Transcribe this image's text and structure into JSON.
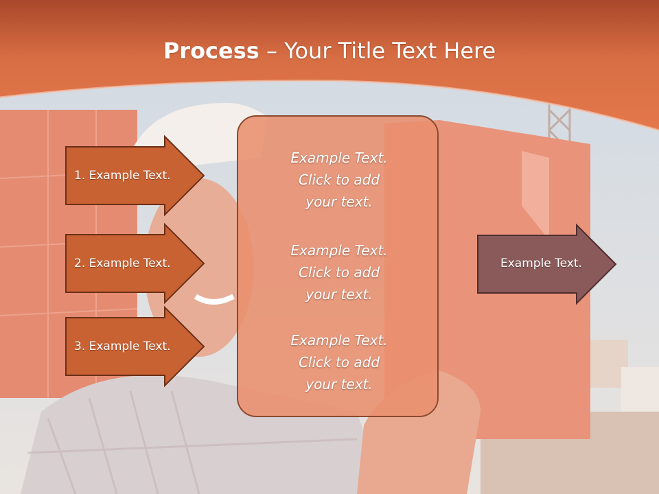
{
  "slide": {
    "title_bold": "Process",
    "title_rest": " – Your Title Text Here",
    "colors": {
      "band": "#d86e44",
      "arrow": "#c86233",
      "arrow_border": "#6b2f18",
      "panel": "#e9906e",
      "result_arrow": "#8a5a5a"
    }
  },
  "arrows": [
    {
      "label": "1. Example Text."
    },
    {
      "label": "2. Example Text."
    },
    {
      "label": "3. Example Text."
    }
  ],
  "center_blocks": [
    {
      "lines": [
        "Example Text.",
        "Click  to add",
        "your text."
      ]
    },
    {
      "lines": [
        "Example Text.",
        "Click  to add",
        "your text."
      ]
    },
    {
      "lines": [
        "Example Text.",
        "Click  to add",
        "your text."
      ]
    }
  ],
  "result_arrow": {
    "label": "Example Text."
  }
}
